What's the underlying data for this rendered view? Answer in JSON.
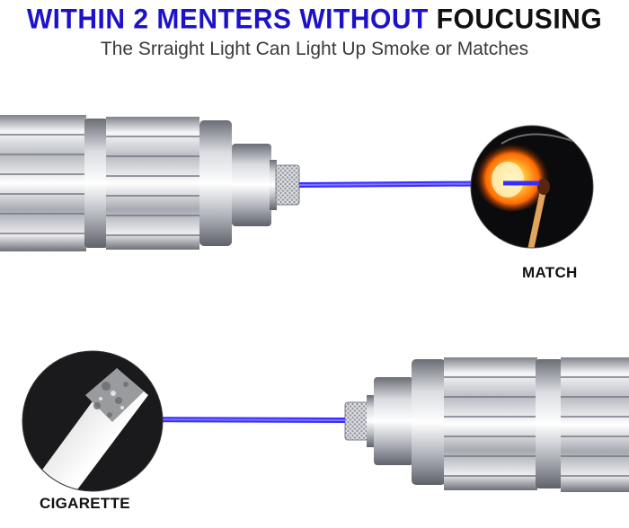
{
  "headline": {
    "part1": "WITHIN 2 MENTERS WITHOUT ",
    "part2": "FOUCUSING"
  },
  "subhead": "The Srraight Light Can Light Up Smoke or Matches",
  "captions": {
    "match": "MATCH",
    "cigarette": "CIGARETTE"
  },
  "colors": {
    "headline_blue": "#1d12c9",
    "laser": "#3a2cff",
    "metal_light": "#f4f4f6",
    "metal_dark": "#8a8d95"
  }
}
